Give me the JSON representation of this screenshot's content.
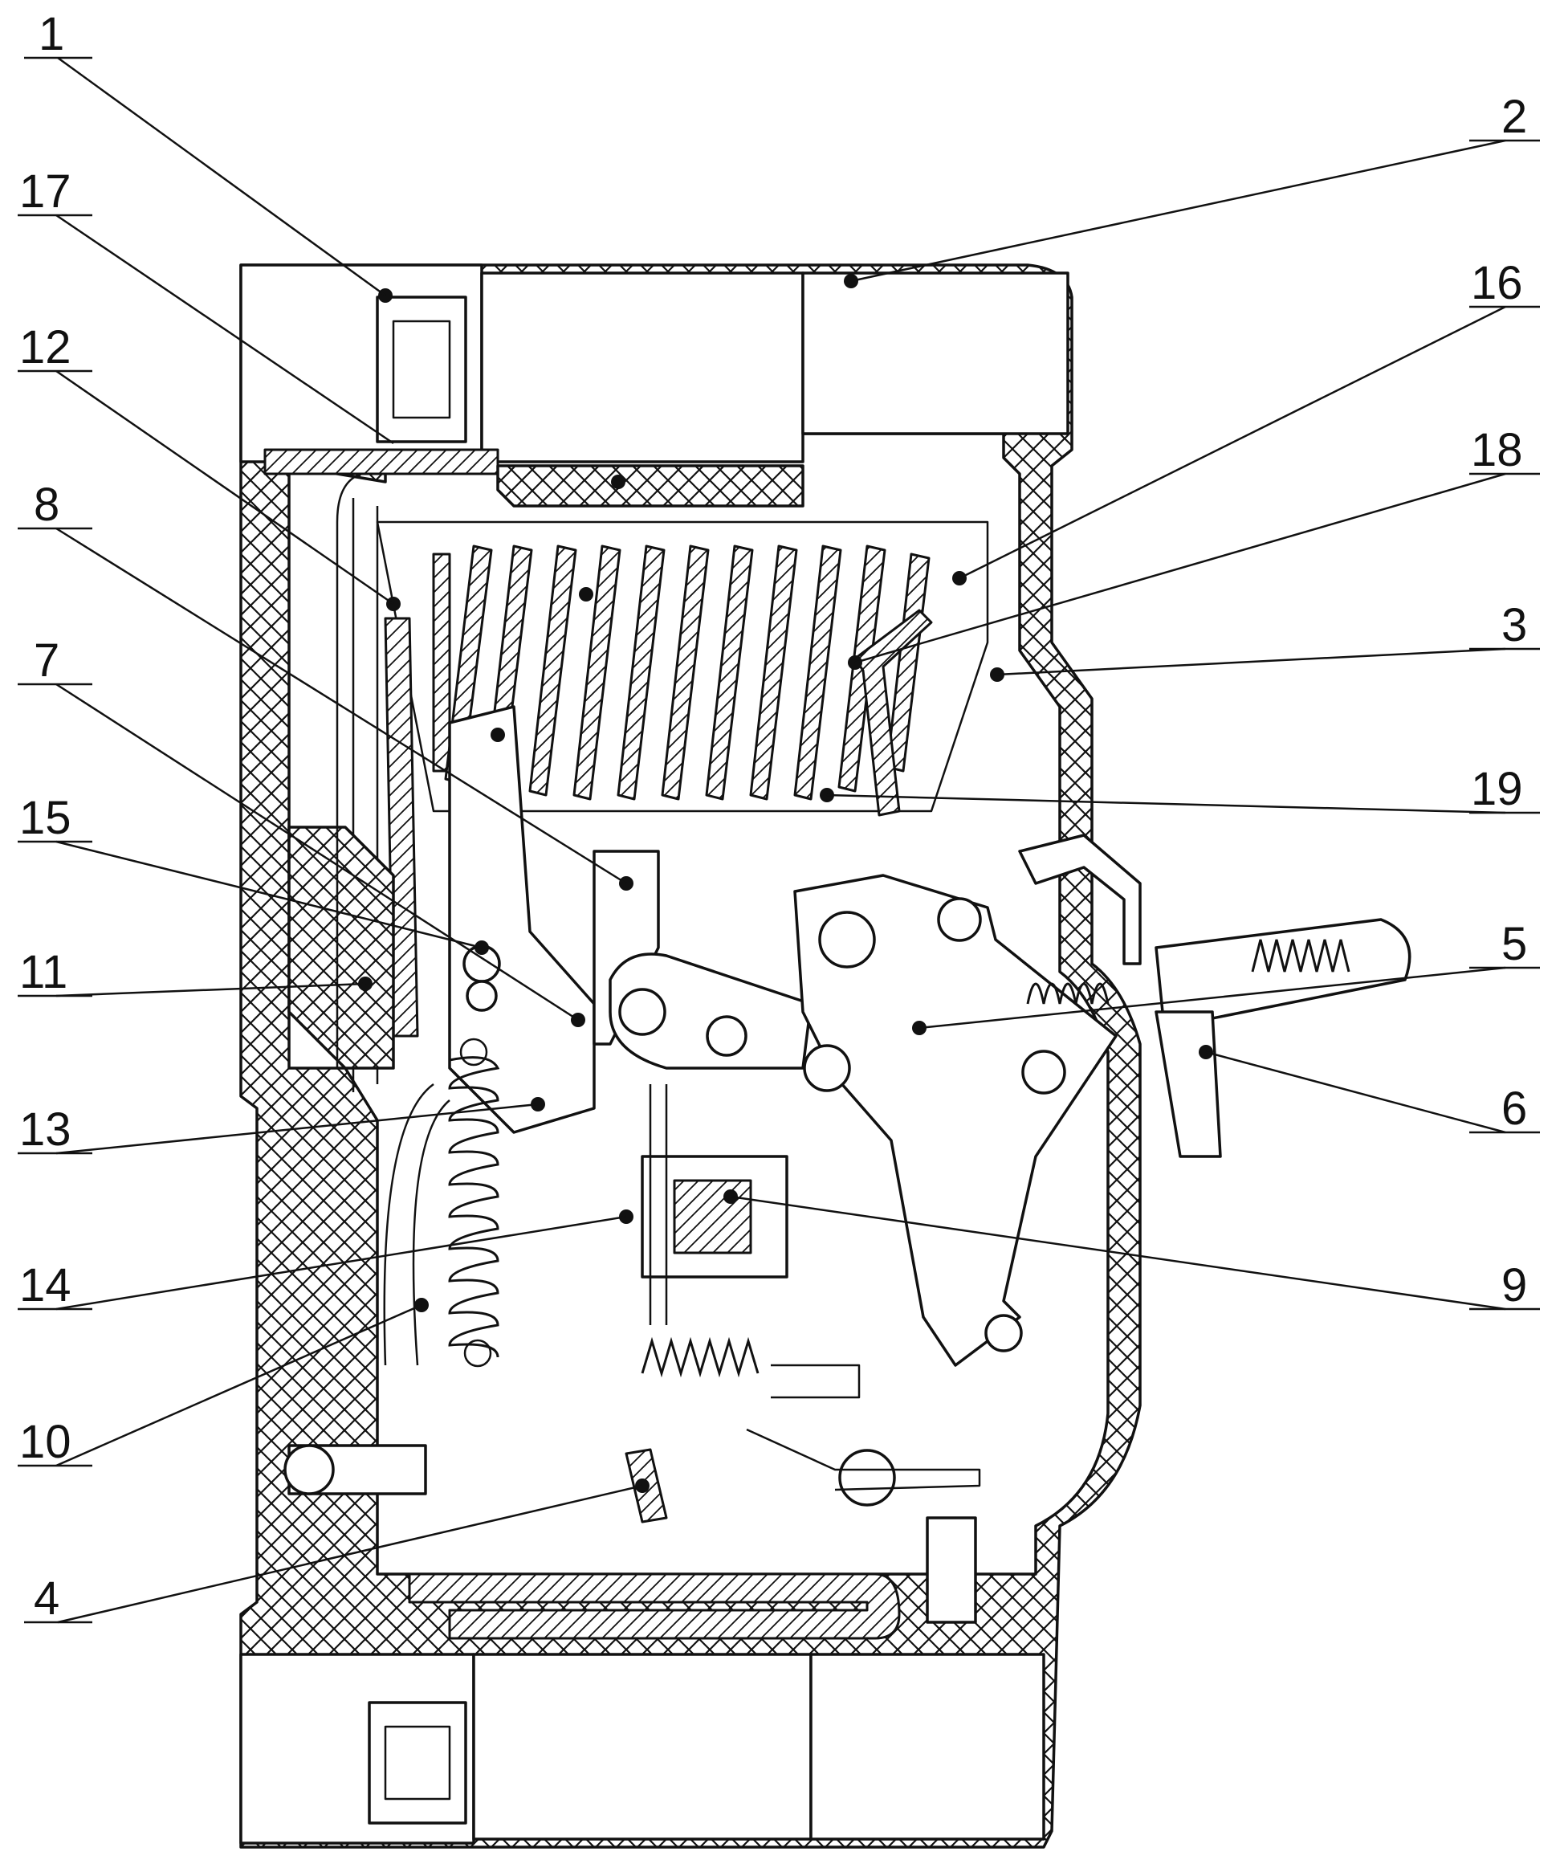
{
  "figure": {
    "callouts": [
      {
        "id": "1",
        "text": "1"
      },
      {
        "id": "2",
        "text": "2"
      },
      {
        "id": "3",
        "text": "3"
      },
      {
        "id": "4",
        "text": "4"
      },
      {
        "id": "5",
        "text": "5"
      },
      {
        "id": "6",
        "text": "6"
      },
      {
        "id": "7",
        "text": "7"
      },
      {
        "id": "8",
        "text": "8"
      },
      {
        "id": "9",
        "text": "9"
      },
      {
        "id": "10",
        "text": "10"
      },
      {
        "id": "11",
        "text": "11"
      },
      {
        "id": "12",
        "text": "12"
      },
      {
        "id": "13",
        "text": "13"
      },
      {
        "id": "14",
        "text": "14"
      },
      {
        "id": "15",
        "text": "15"
      },
      {
        "id": "16",
        "text": "16"
      },
      {
        "id": "17",
        "text": "17"
      },
      {
        "id": "18",
        "text": "18"
      },
      {
        "id": "19",
        "text": "19"
      }
    ]
  }
}
